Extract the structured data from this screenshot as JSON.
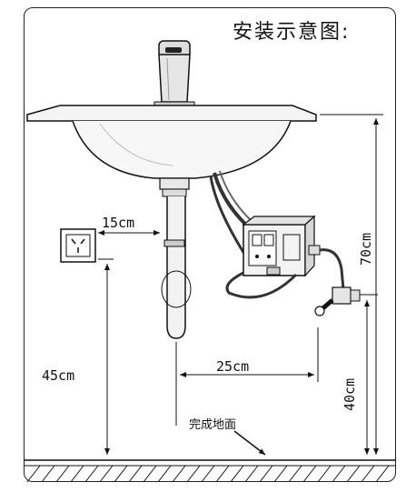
{
  "title": "安装示意图:",
  "dimensions": {
    "socket_offset": "15cm",
    "socket_height": "45cm",
    "box_offset": "25cm",
    "valve_height": "40cm",
    "total_height": "70cm"
  },
  "floor_label": "完成地面"
}
